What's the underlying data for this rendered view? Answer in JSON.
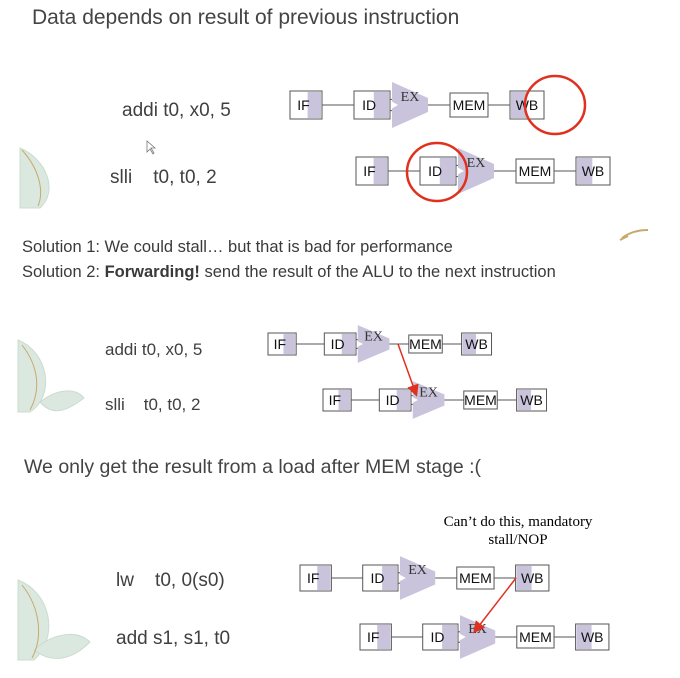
{
  "heading": "Data depends on result of previous instruction",
  "section1": {
    "instr1": "addi t0, x0, 5",
    "instr2": "slli    t0, t0, 2"
  },
  "solutions": {
    "line1": "Solution 1: We could stall… but that is bad for performance",
    "line2_prefix": "Solution 2: ",
    "line2_bold": "Forwarding!",
    "line2_suffix": " send the result of the ALU to the next instruction"
  },
  "section2": {
    "instr1": "addi t0, x0, 5",
    "instr2": "slli    t0, t0, 2"
  },
  "load_note": "We only get the result from a load after MEM stage :(",
  "section3": {
    "note_line1": "Can’t do this, mandatory",
    "note_line2": "stall/NOP",
    "instr1": "lw    t0, 0(s0)",
    "instr2": "add s1, s1, t0"
  },
  "stages": {
    "if": "IF",
    "id": "ID",
    "ex": "EX",
    "mem": "MEM",
    "wb": "WB"
  },
  "colors": {
    "stage_shade": "#c9c4dc",
    "highlight": "#e0301e",
    "arrow": "#e0301e",
    "leaf_fill": "#dbe8df",
    "leaf_vein": "#c9a96a"
  },
  "icons": [
    "cursor-pointer-icon",
    "leaf-decoration-icon"
  ]
}
